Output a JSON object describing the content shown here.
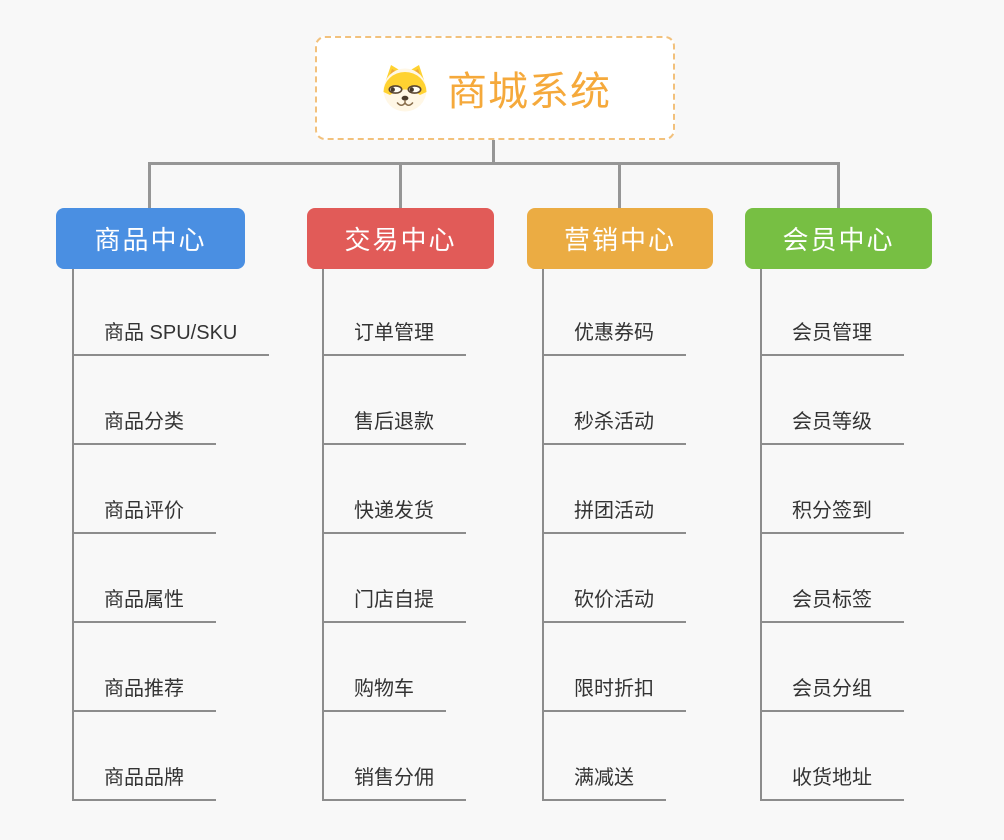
{
  "page": {
    "background_color": "#f8f8f8",
    "connector_color": "#969696"
  },
  "root": {
    "title": "商城系统",
    "icon": "dog-face-icon",
    "title_color": "#f5a93b",
    "border_color": "#f2c17c"
  },
  "branches": [
    {
      "label": "商品中心",
      "color": "#4a8fe2",
      "items": [
        "商品 SPU/SKU",
        "商品分类",
        "商品评价",
        "商品属性",
        "商品推荐",
        "商品品牌"
      ]
    },
    {
      "label": "交易中心",
      "color": "#e15b58",
      "items": [
        "订单管理",
        "售后退款",
        "快递发货",
        "门店自提",
        "购物车",
        "销售分佣"
      ]
    },
    {
      "label": "营销中心",
      "color": "#ebac43",
      "items": [
        "优惠券码",
        "秒杀活动",
        "拼团活动",
        "砍价活动",
        "限时折扣",
        "满减送"
      ]
    },
    {
      "label": "会员中心",
      "color": "#77bf43",
      "items": [
        "会员管理",
        "会员等级",
        "积分签到",
        "会员标签",
        "会员分组",
        "收货地址"
      ]
    }
  ]
}
